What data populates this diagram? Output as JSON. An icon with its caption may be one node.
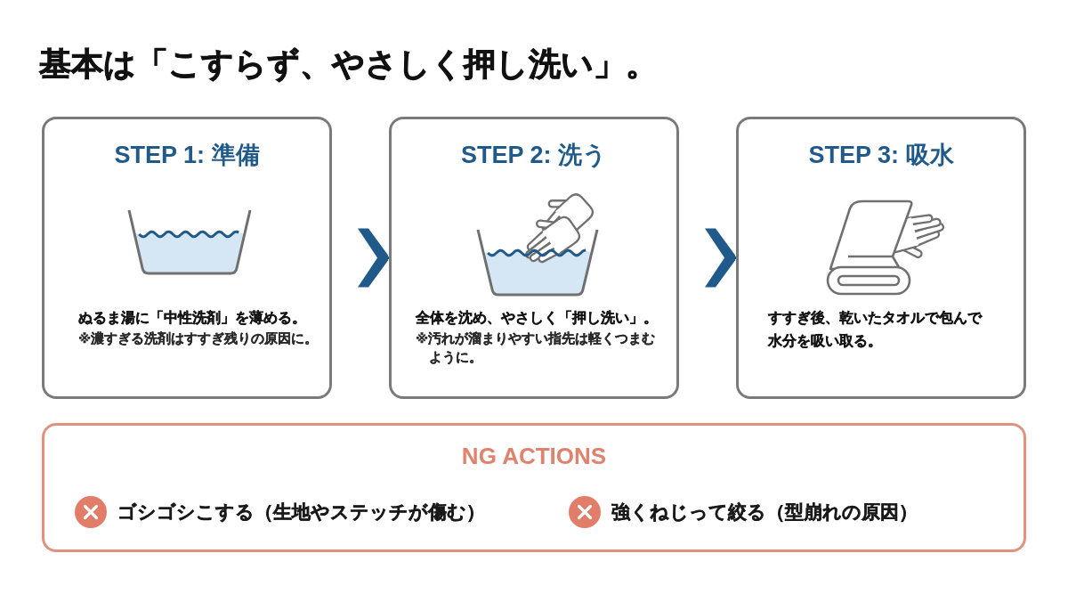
{
  "diagram": {
    "title": "基本は「こすらず、やさしく押し洗い」。",
    "nodes": [
      {
        "text": [
          "STEP 1: 準備",
          "ぬるま湯に「中性洗剤」を薄める。",
          "※濃すぎる洗剤はすすぎ残りの原因に。"
        ]
      },
      {
        "text": [
          "STEP 2: 洗う",
          "全体を沈め、やさしく「押し洗い」。",
          "※汚れが溜まりやすい指先は軽くつまむように。"
        ]
      },
      {
        "text": [
          "STEP 3: 吸水",
          "すすぎ後、乾いたタオルで包んで水分を吸い取る。"
        ]
      },
      {
        "text": [
          "NG ACTIONS",
          "ゴシゴシこする（生地やステッチが傷む）",
          "強くねじって絞る（型崩れの原因）"
        ]
      }
    ],
    "edges": [
      {
        "from": 0,
        "to": 1,
        "arrow": "to"
      },
      {
        "from": 1,
        "to": 2,
        "arrow": "to"
      }
    ]
  }
}
